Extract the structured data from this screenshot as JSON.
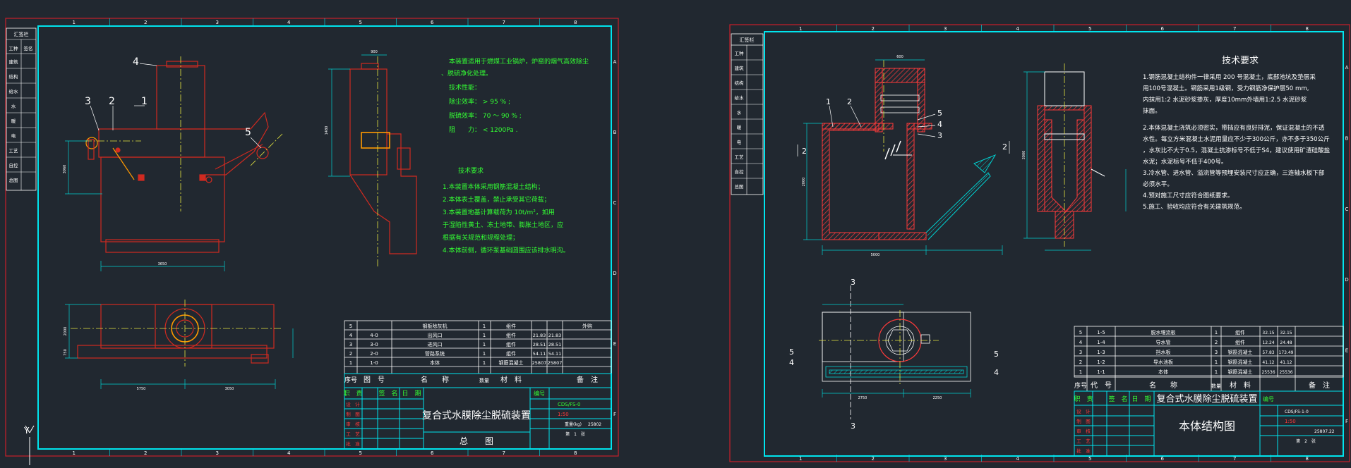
{
  "colors": {
    "background": "#212830",
    "border": "#c8202a",
    "frame": "#00e5ee",
    "geometry": "#d02a20",
    "hatch": "#ff3a3a",
    "dimension": "#00d0d0",
    "center": "#e8e840",
    "text_green": "#33ff33",
    "text_white": "#ffffff",
    "accent": "#ff9900"
  },
  "zone_numbers": [
    "1",
    "2",
    "3",
    "4",
    "5",
    "6",
    "7",
    "8"
  ],
  "zone_letters": [
    "A",
    "B",
    "C",
    "D",
    "E",
    "F"
  ],
  "sheet1": {
    "revision_header": "汇签栏",
    "revision_cols": [
      "工种",
      "签名"
    ],
    "revision_rows": [
      "建筑",
      "结构",
      "给水",
      "水",
      "暖",
      "电",
      "工艺",
      "自控",
      "总图"
    ],
    "callouts": [
      "1",
      "2",
      "3",
      "4",
      "5"
    ],
    "dims": {
      "d1": "3650",
      "d2": "3060",
      "d3": "2000",
      "d4": "5750",
      "d5": "3050",
      "d6": "1480",
      "d7": "750",
      "d8": "900"
    },
    "notes_intro": [
      "本装置适用于燃煤工业锅炉，炉窑的烟气高效除尘",
      "、脱硫净化处理。"
    ],
    "performance_title": "技术性能：",
    "performance": [
      "除尘效率： > 95 % ;",
      "脱硫效率： 70 ～ 90 % ;",
      "阻　　力： < 1200Pa ."
    ],
    "tech_title": "技术要求",
    "tech_req": [
      "1.本装置本体采用钢筋混凝土结构；",
      "2.本体表土覆盖，禁止承受其它荷载；",
      "3.本装置地基计算载荷为 10t/m²，如用",
      "于湿陷性黄土、冻土地带、膨胀土地区，应",
      "根据有关规范和规程处理；",
      "4.本体前侧，循环泵基础圆围应该排水明沟。"
    ],
    "bom": [
      {
        "no": "5",
        "code": "",
        "name": "钢板除灰机",
        "qty": "1",
        "material": "组件",
        "w1": "",
        "w2": "",
        "remark": "外购"
      },
      {
        "no": "4",
        "code": "4-0",
        "name": "出风口",
        "qty": "1",
        "material": "组件",
        "w1": "21.83",
        "w2": "21.83",
        "remark": ""
      },
      {
        "no": "3",
        "code": "3-0",
        "name": "进风口",
        "qty": "1",
        "material": "组件",
        "w1": "28.51",
        "w2": "28.51",
        "remark": ""
      },
      {
        "no": "2",
        "code": "2-0",
        "name": "管路系统",
        "qty": "1",
        "material": "组件",
        "w1": "54.11",
        "w2": "54.11",
        "remark": ""
      },
      {
        "no": "1",
        "code": "1-0",
        "name": "本体",
        "qty": "1",
        "material": "钢筋混凝土",
        "w1": "25807",
        "w2": "25807",
        "remark": ""
      }
    ],
    "bom_header": {
      "no": "序号",
      "code": "图　号",
      "name": "名　　称",
      "qty": "数量",
      "material": "材　料",
      "weight": "重量(kg)",
      "remark": "备　注"
    },
    "title_block": {
      "drawing_title": "复合式水膜除尘脱硫装置",
      "sub_title": "总　　图",
      "code_label": "编号",
      "code": "CDS/FS-0",
      "scale": "1:50",
      "weight_label": "重量(kg)",
      "weight": "25802",
      "sheet": "第　1　张",
      "head": [
        "职　责",
        "签　名",
        "日　期"
      ],
      "roles": [
        "设　计",
        "制　图",
        "审　核",
        "工　艺",
        "批　准"
      ]
    }
  },
  "sheet2": {
    "revision_header": "汇签栏",
    "revision_rows": [
      "工种",
      "建筑",
      "结构",
      "给水",
      "水",
      "暖",
      "电",
      "工艺",
      "自控",
      "总图"
    ],
    "callouts": [
      "1",
      "2",
      "3",
      "4",
      "5",
      "2",
      "2",
      "3",
      "3",
      "4",
      "4",
      "5",
      "5"
    ],
    "dims": {
      "a": "2000",
      "b": "600",
      "c": "5000",
      "d": "3000",
      "e": "2750",
      "f": "2250"
    },
    "tech_title": "技术要求",
    "tech_req": [
      "1.钢筋混凝土结构件一律采用 200 号混凝土，底部池坑及垫层采",
      "用100号混凝土。钢筋采用1级钢，受力钢筋净保护层50 mm,",
      "内抹用1:2 水泥砂浆掺灰，厚度10mm外墙用1:2.5 水泥砂浆",
      "抹面。",
      "2.本体混凝土浇筑必须密实，带挡应有良好排泥，保证混凝土的不透",
      "水性。每立方米混凝土水泥用量应不少于300公斤，亦不多于350公斤",
      "，水灰比不大于0.5，混凝土抗渗标号不低于S4，建议使用矿渣硅酸盐",
      "水泥；水泥标号不低于400号。",
      "3.冷水管、进水管、溢流管等预埋安装尺寸应正确，三连轴水板下部",
      "必须水平。",
      "4.预对施工尺寸应符合图纸要求。",
      "5.施工、验收均应符合有关建筑规范。"
    ],
    "bom": [
      {
        "no": "5",
        "code": "1-5",
        "name": "脱水堰流板",
        "qty": "1",
        "material": "组件",
        "w1": "32.15",
        "w2": "32.15"
      },
      {
        "no": "4",
        "code": "1-4",
        "name": "导水管",
        "qty": "2",
        "material": "组件",
        "w1": "12.24",
        "w2": "24.48"
      },
      {
        "no": "3",
        "code": "1-3",
        "name": "挡水板",
        "qty": "3",
        "material": "钢筋混凝土",
        "w1": "57.83",
        "w2": "173.49"
      },
      {
        "no": "2",
        "code": "1-2",
        "name": "导水池板",
        "qty": "1",
        "material": "钢筋混凝土",
        "w1": "41.12",
        "w2": "41.12"
      },
      {
        "no": "1",
        "code": "1-1",
        "name": "本体",
        "qty": "1",
        "material": "钢筋混凝土",
        "w1": "25536",
        "w2": "25536"
      }
    ],
    "bom_header": {
      "no": "序号",
      "code": "代　号",
      "name": "名　　称",
      "qty": "数量",
      "material": "材　料",
      "remark": "备　注"
    },
    "title_block": {
      "drawing_title": "复合式水膜除尘脱硫装置",
      "sub_title": "本体结构图",
      "code_label": "编号",
      "code": "CDS/FS-1-0",
      "scale": "1:50",
      "weight": "25807.22",
      "sheet": "第　2　张"
    }
  },
  "ucs_label": "Y"
}
